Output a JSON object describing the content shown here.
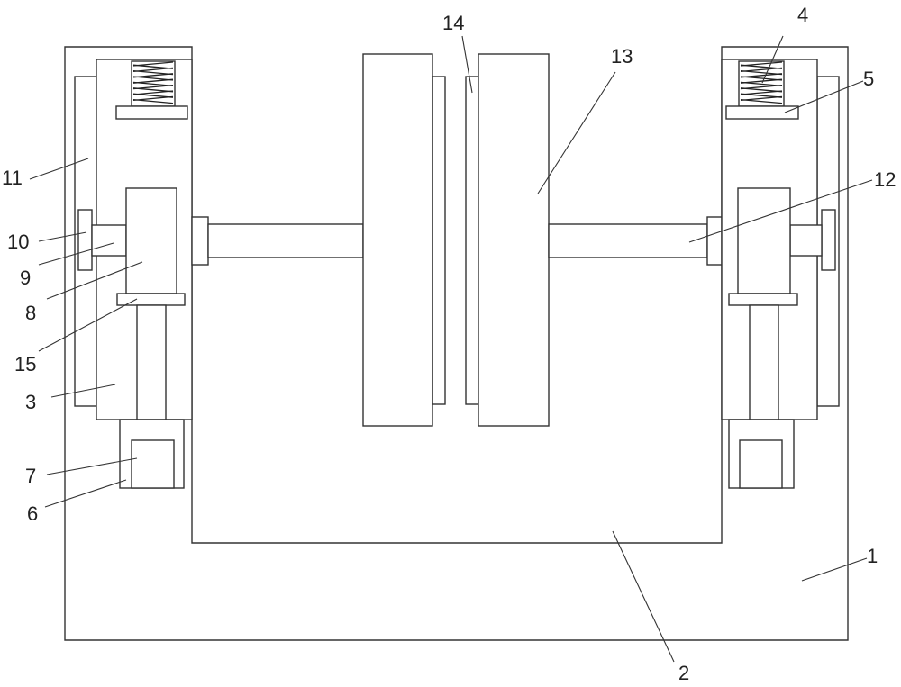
{
  "figure": {
    "labels": {
      "l1": "1",
      "l2": "2",
      "l3": "3",
      "l4": "4",
      "l5": "5",
      "l6": "6",
      "l7": "7",
      "l8": "8",
      "l9": "9",
      "l10": "10",
      "l11": "11",
      "l12": "12",
      "l13": "13",
      "l14": "14",
      "l15": "15"
    }
  }
}
